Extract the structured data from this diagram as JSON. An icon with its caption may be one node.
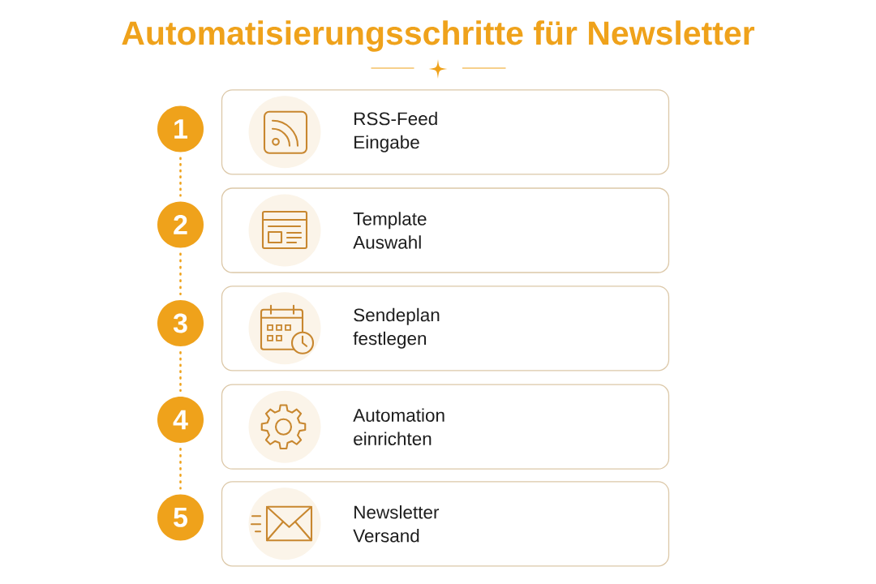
{
  "diagram": {
    "title": "Automatisierungsschritte für Newsletter",
    "nodes": [
      {
        "text": [
          "1"
        ]
      },
      {
        "text": [
          "RSS-Feed Eingabe"
        ]
      },
      {
        "text": [
          "2"
        ]
      },
      {
        "text": [
          "Template Auswahl"
        ]
      },
      {
        "text": [
          "3"
        ]
      },
      {
        "text": [
          "Sendeplan festlegen"
        ]
      },
      {
        "text": [
          "4"
        ]
      },
      {
        "text": [
          "Automation einrichten"
        ]
      },
      {
        "text": [
          "5"
        ]
      },
      {
        "text": [
          "Newsletter Versand"
        ]
      }
    ],
    "edges": [
      {
        "from": 0,
        "to": 2,
        "arrow": "none",
        "style": "dashed"
      },
      {
        "from": 2,
        "to": 4,
        "arrow": "none",
        "style": "dashed"
      },
      {
        "from": 4,
        "to": 6,
        "arrow": "none",
        "style": "dashed"
      },
      {
        "from": 6,
        "to": 8,
        "arrow": "none",
        "style": "dashed"
      }
    ]
  }
}
